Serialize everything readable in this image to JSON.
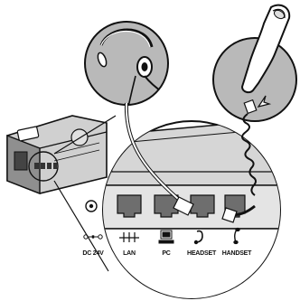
{
  "ports": [
    {
      "id": "dc",
      "label": "DC 24V",
      "icon": "dc-polarity-icon"
    },
    {
      "id": "lan",
      "label": "LAN",
      "icon": "network-icon"
    },
    {
      "id": "pc",
      "label": "PC",
      "icon": "computer-icon"
    },
    {
      "id": "headset",
      "label": "HEADSET",
      "icon": "headset-icon"
    },
    {
      "id": "handset",
      "label": "HANDSET",
      "icon": "handset-icon"
    }
  ],
  "colors": {
    "line": "#111111",
    "circle_fill": "#b9b9b9",
    "panel_fill": "#d6d6d6",
    "port_fill": "#6e6e6e",
    "background": "#ffffff"
  }
}
